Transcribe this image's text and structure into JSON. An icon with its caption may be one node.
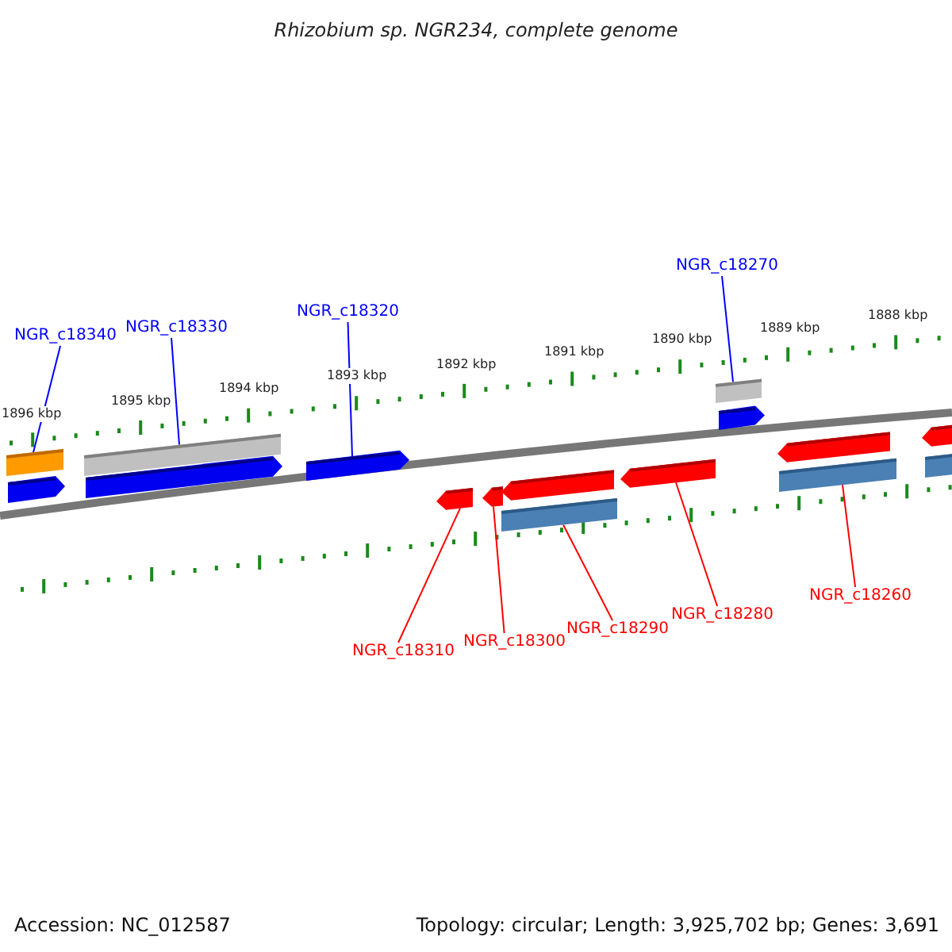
{
  "diagram": {
    "title": "Rhizobium sp. NGR234, complete genome",
    "nodes": [
      {
        "text": [
          "NGR_c18340"
        ]
      },
      {
        "text": [
          "NGR_c18330"
        ]
      },
      {
        "text": [
          "NGR_c18320"
        ]
      },
      {
        "text": [
          "NGR_c18270"
        ]
      },
      {
        "text": [
          "NGR_c18310"
        ]
      },
      {
        "text": [
          "NGR_c18300"
        ]
      },
      {
        "text": [
          "NGR_c18290"
        ]
      },
      {
        "text": [
          "NGR_c18280"
        ]
      },
      {
        "text": [
          "NGR_c18260"
        ]
      },
      {
        "text": [],
        "shape": "bar"
      },
      {
        "text": [],
        "shape": "bar"
      },
      {
        "text": [],
        "shape": "bar"
      },
      {
        "text": [],
        "shape": "bar"
      },
      {
        "text": [],
        "shape": "bar"
      },
      {
        "text": [],
        "shape": "bar"
      },
      {
        "text": [],
        "shape": "bar"
      },
      {
        "text": [],
        "shape": "bar"
      },
      {
        "text": [],
        "shape": "bar"
      },
      {
        "text": [],
        "shape": "bar"
      },
      {
        "text": [],
        "shape": "bar"
      },
      {
        "text": [],
        "shape": "bar"
      },
      {
        "text": [],
        "shape": "bar"
      },
      {
        "text": [],
        "shape": "bar"
      },
      {
        "text": [],
        "shape": "bar"
      },
      {
        "text": [],
        "shape": "bar"
      }
    ],
    "edges": [
      {
        "from": 0,
        "to": 9,
        "arrow": "none",
        "color": "#0000ff"
      },
      {
        "from": 1,
        "to": 11,
        "arrow": "none",
        "color": "#0000ff"
      },
      {
        "from": 2,
        "to": 13,
        "arrow": "none",
        "color": "#0000ff"
      },
      {
        "from": 3,
        "to": 19,
        "arrow": "none",
        "color": "#0000ff"
      },
      {
        "from": 4,
        "to": 14,
        "arrow": "none"
      },
      {
        "from": 5,
        "to": 15,
        "arrow": "none"
      },
      {
        "from": 6,
        "to": 17,
        "arrow": "none"
      },
      {
        "from": 7,
        "to": 18,
        "arrow": "none"
      },
      {
        "from": 8,
        "to": 21,
        "arrow": "none"
      }
    ],
    "labels": [
      "1896 kbp",
      "1895 kbp",
      "1894 kbp",
      "1893 kbp",
      "1892 kbp",
      "1891 kbp",
      "1890 kbp",
      "1889 kbp",
      "1888 kbp",
      "Accession: NC_012587",
      "Topology: circular; Length: 3,925,702 bp; Genes: 3,691"
    ]
  }
}
